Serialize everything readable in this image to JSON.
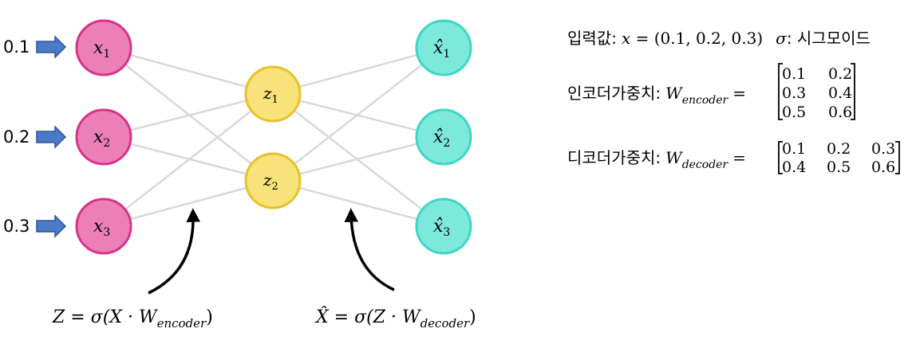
{
  "inputs": [
    "0.1",
    "0.2",
    "0.3"
  ],
  "input_nodes": [
    {
      "var": "x",
      "sub": "1"
    },
    {
      "var": "x",
      "sub": "2"
    },
    {
      "var": "x",
      "sub": "3"
    }
  ],
  "hidden_nodes": [
    {
      "var": "z",
      "sub": "1"
    },
    {
      "var": "z",
      "sub": "2"
    }
  ],
  "output_nodes": [
    {
      "var": "x̂",
      "sub": "1"
    },
    {
      "var": "x̂",
      "sub": "2"
    },
    {
      "var": "x̂",
      "sub": "3"
    }
  ],
  "formulas": {
    "encoder": {
      "lhs": "Z",
      "eq": " = ",
      "fn": "σ(X · W",
      "sub": "encoder",
      "close": ")"
    },
    "decoder": {
      "lhs": "X̂",
      "eq": " = ",
      "fn": "σ(Z · W",
      "sub": "decoder",
      "close": ")"
    }
  },
  "info": {
    "input_label": "입력값:",
    "input_var": "x",
    "input_value": " = (0.1, 0.2, 0.3)",
    "sigma_symbol": "σ",
    "sigma_label": ": 시그모이드",
    "encoder_label": "인코더가중치:",
    "encoder_W": "W",
    "encoder_sub": "encoder",
    "encoder_eq": "=",
    "encoder_matrix": [
      [
        "0.1",
        "0.2"
      ],
      [
        "0.3",
        "0.4"
      ],
      [
        "0.5",
        "0.6"
      ]
    ],
    "decoder_label": "디코더가중치:",
    "decoder_W": "W",
    "decoder_sub": "decoder",
    "decoder_eq": "=",
    "decoder_matrix": [
      [
        "0.1",
        "0.2",
        "0.3"
      ],
      [
        "0.4",
        "0.5",
        "0.6"
      ]
    ]
  },
  "colors": {
    "input_fill": "#ec7fb8",
    "input_stroke": "#d6338a",
    "hidden_fill": "#f8e27a",
    "hidden_stroke": "#e8c22a",
    "output_fill": "#7de8dc",
    "output_stroke": "#3ed6c6",
    "edge": "#d9d9d9",
    "arrow_fill": "#4a7bc8",
    "arrow_stroke": "#2f5597"
  }
}
